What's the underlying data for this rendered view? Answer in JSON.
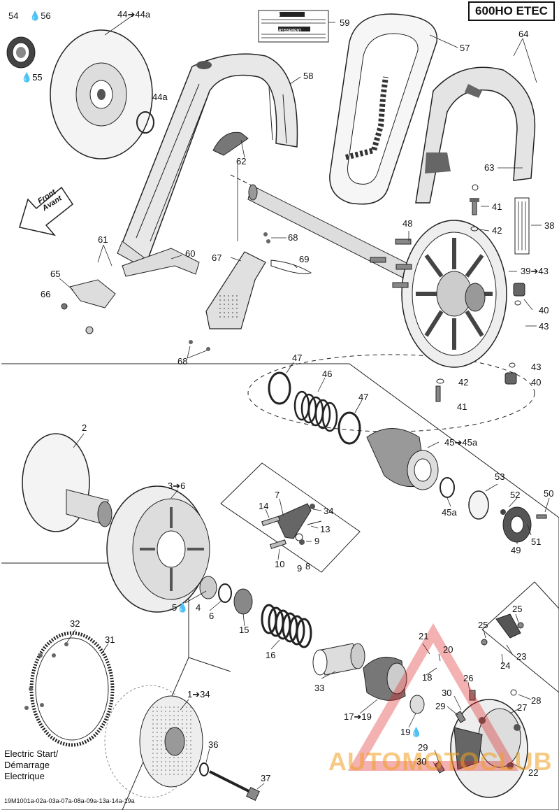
{
  "header": {
    "model": "600HO ETEC"
  },
  "front_label": {
    "line1": "Front",
    "line2": "Avant"
  },
  "electric_start_note": {
    "line1": "Electric Start/",
    "line2": "Démarrage",
    "line3": "Electrique"
  },
  "reference_code": "19M1001a-02a-03a-07a-08a-09a-13a-14a-19a",
  "watermark": "AUTOMOTOCLUB",
  "decal": {
    "warning": "WARNING",
    "avertissement": "AVERTISSEMENT"
  },
  "callouts": {
    "c54": "54",
    "c56": "56",
    "c55": "55",
    "c44_44a": "44➔44a",
    "c44a_top": "44a",
    "c59": "59",
    "c57": "57",
    "c64": "64",
    "c58": "58",
    "c62": "62",
    "c63": "63",
    "c41_top": "41",
    "c42_top": "42",
    "c38": "38",
    "c48": "48",
    "c39_43": "39➔43",
    "c40_top": "40",
    "c43_top": "43",
    "c61": "61",
    "c60": "60",
    "c65": "65",
    "c66": "66",
    "c67": "67",
    "c68_top": "68",
    "c69": "69",
    "c68_bot": "68",
    "c47_top": "47",
    "c46": "46",
    "c47_bot": "47",
    "c43_bot": "43",
    "c40_bot": "40",
    "c42_bot": "42",
    "c41_bot": "41",
    "c45_45a": "45➔45a",
    "c45a": "45a",
    "c53": "53",
    "c52": "52",
    "c50": "50",
    "c51": "51",
    "c49": "49",
    "c2": "2",
    "c3_6": "3➔6",
    "c7": "7",
    "c14": "14",
    "c34_small": "34",
    "c13": "13",
    "c10": "10",
    "c9_a": "9",
    "c9_b": "9",
    "c8": "8",
    "c5": "5",
    "c4": "4",
    "c6": "6",
    "c15": "15",
    "c16": "16",
    "c33": "33",
    "c17_19": "17➔19",
    "c19": "19",
    "c21": "21",
    "c20": "20",
    "c18": "18",
    "c25_a": "25",
    "c25_b": "25",
    "c23": "23",
    "c24": "24",
    "c26": "26",
    "c28": "28",
    "c27": "27",
    "c30_a": "30",
    "c29_a": "29",
    "c29_b": "29",
    "c30_b": "30",
    "c22": "22",
    "c32": "32",
    "c31": "31",
    "c1_34": "1➔34",
    "c36": "36",
    "c37": "37"
  },
  "colors": {
    "line": "#222222",
    "fill_dark": "#555555",
    "fill_light": "#e6e6e6",
    "watermark": "#f0a020",
    "watermark_red": "#e02020"
  }
}
